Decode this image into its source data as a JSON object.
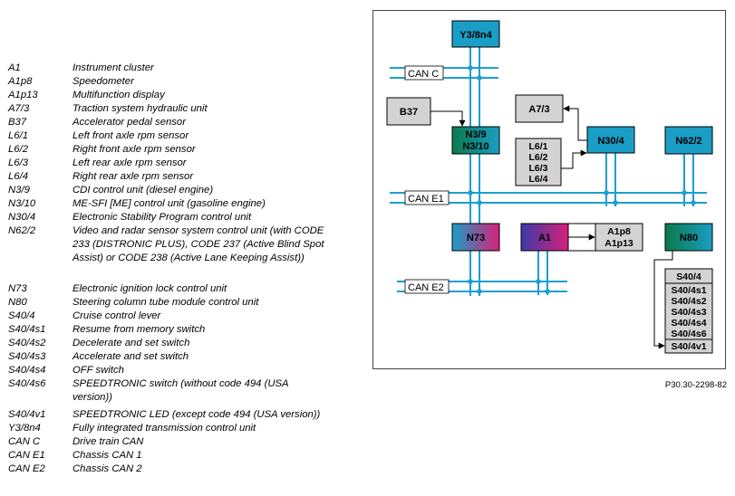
{
  "legend": [
    {
      "code": "A1",
      "desc": "Instrument cluster"
    },
    {
      "code": "A1p8",
      "desc": "Speedometer"
    },
    {
      "code": "A1p13",
      "desc": "Multifunction display"
    },
    {
      "code": "A7/3",
      "desc": "Traction system hydraulic unit"
    },
    {
      "code": "B37",
      "desc": "Accelerator pedal sensor"
    },
    {
      "code": "L6/1",
      "desc": "Left front axle rpm sensor"
    },
    {
      "code": "L6/2",
      "desc": "Right front axle rpm sensor"
    },
    {
      "code": "L6/3",
      "desc": "Left rear axle rpm sensor"
    },
    {
      "code": "L6/4",
      "desc": "Right rear axle rpm sensor"
    },
    {
      "code": "N3/9",
      "desc": "CDI control unit (diesel engine)"
    },
    {
      "code": "N3/10",
      "desc": "ME-SFI [ME] control unit (gasoline engine)"
    },
    {
      "code": "N30/4",
      "desc": "Electronic Stability Program control unit"
    },
    {
      "code": "N62/2",
      "desc": "Video and radar sensor system control unit (with CODE 233 (DISTRONIC PLUS), CODE 237 (Active Blind Spot Assist) or CODE 238 (Active Lane Keeping Assist))"
    },
    {
      "code": "N73",
      "desc": "Electronic ignition lock control unit"
    },
    {
      "code": "N80",
      "desc": "Steering column tube module control unit"
    },
    {
      "code": "S40/4",
      "desc": "Cruise control lever"
    },
    {
      "code": "S40/4s1",
      "desc": "Resume from memory switch"
    },
    {
      "code": "S40/4s2",
      "desc": "Decelerate and set switch"
    },
    {
      "code": "S40/4s3",
      "desc": "Accelerate and set switch"
    },
    {
      "code": "S40/4s4",
      "desc": "OFF switch"
    },
    {
      "code": "S40/4s6",
      "desc": "SPEEDTRONIC switch (without code 494 (USA version))"
    },
    {
      "code": "S40/4v1",
      "desc": "SPEEDTRONIC LED (except code 494 (USA version))"
    },
    {
      "code": "Y3/8n4",
      "desc": "Fully integrated transmission control unit"
    },
    {
      "code": "CAN C",
      "desc": "Drive train CAN"
    },
    {
      "code": "CAN E1",
      "desc": "Chassis CAN 1"
    },
    {
      "code": "CAN E2",
      "desc": "Chassis CAN 2"
    }
  ],
  "diagram": {
    "buses": {
      "can_c": "CAN C",
      "can_e1": "CAN E1",
      "can_e2": "CAN E2"
    },
    "units": {
      "y3_8n4": "Y3/8n4",
      "b37": "B37",
      "n3_9": "N3/9",
      "n3_10": "N3/10",
      "a7_3": "A7/3",
      "n30_4": "N30/4",
      "n62_2": "N62/2",
      "l6": [
        "L6/1",
        "L6/2",
        "L6/3",
        "L6/4"
      ],
      "n73": "N73",
      "a1": "A1",
      "a1p8": "A1p8",
      "a1p13": "A1p13",
      "n80": "N80",
      "s40_4": "S40/4",
      "s40_switches": [
        "S40/4s1",
        "S40/4s2",
        "S40/4s3",
        "S40/4s4",
        "S40/4s6"
      ],
      "s40_4v1": "S40/4v1"
    }
  },
  "figure_ref": "P30.30-2298-82",
  "colors": {
    "bus": "#1c9fd0",
    "cyan_box": "#1a9ec6",
    "gray_box": "#d3d3d3",
    "green": "#0a7a4a",
    "magenta": "#d6207a",
    "violet": "#3b3aa8"
  }
}
